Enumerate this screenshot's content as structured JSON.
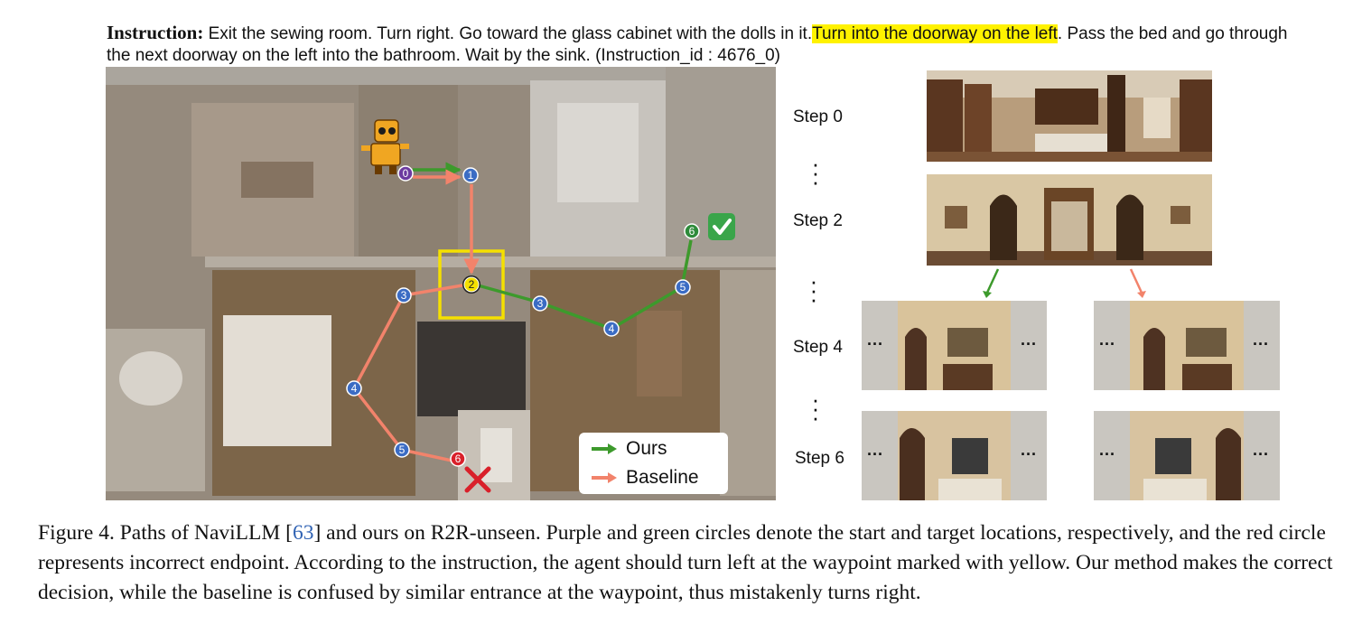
{
  "instruction": {
    "label": "Instruction:",
    "text_before": "Exit the sewing room. Turn right. Go toward the glass cabinet with the dolls in it.",
    "text_highlight": "Turn into the doorway on the left",
    "text_after": ". Pass the bed and go through the next doorway on the left into the bathroom. Wait by the sink.  (Instruction_id : 4676_0)"
  },
  "map": {
    "ours_waypoints": [
      "0",
      "1",
      "2",
      "3",
      "4",
      "5",
      "6"
    ],
    "baseline_waypoints": [
      "0",
      "1",
      "2",
      "3",
      "4",
      "5",
      "6"
    ],
    "colors": {
      "ours": "#3d9a2c",
      "baseline": "#f2836b",
      "start": "#6c3aa0",
      "target": "#2e8b3a",
      "wrong_end": "#d9202a",
      "waypoint": "#3b6cc4",
      "decision": "#f5e000"
    },
    "icons": {
      "target_mark": "check-mark-icon",
      "wrong_mark": "cross-mark-icon",
      "agent": "robot-icon"
    }
  },
  "legend": {
    "ours": "Ours",
    "baseline": "Baseline"
  },
  "steps": [
    {
      "label": "Step 0"
    },
    {
      "label": "Step 2"
    },
    {
      "label": "Step 4"
    },
    {
      "label": "Step 6"
    }
  ],
  "pano_ellipsis": "···",
  "caption": {
    "prefix": "Figure 4. Paths of NaviLLM [",
    "ref": "63",
    "rest": "] and ours on R2R-unseen. Purple and green circles denote the start and target locations, respectively, and the red circle represents incorrect endpoint. According to the instruction, the agent should turn left at the waypoint marked with yellow. Our method makes the correct decision, while the baseline is confused by similar entrance at the waypoint, thus mistakenly turns right."
  }
}
